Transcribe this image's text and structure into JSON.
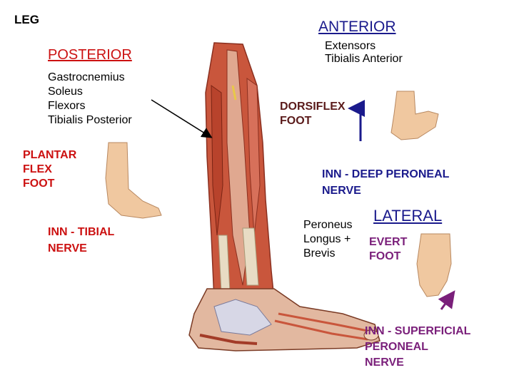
{
  "leg_title": "LEG",
  "anterior": {
    "title": "ANTERIOR",
    "muscles": [
      "Extensors",
      "Tibialis Anterior"
    ],
    "action": [
      "DORSIFLEX",
      "FOOT"
    ],
    "nerve": [
      "INN - DEEP PERONEAL",
      "NERVE"
    ]
  },
  "posterior": {
    "title": "POSTERIOR",
    "muscles": [
      "Gastrocnemius",
      "Soleus",
      "Flexors",
      "Tibialis Posterior"
    ],
    "action": [
      "PLANTAR",
      "FLEX",
      "FOOT"
    ],
    "nerve": [
      "INN - TIBIAL",
      "NERVE"
    ]
  },
  "lateral": {
    "title": "LATERAL",
    "muscles": [
      "Peroneus",
      "Longus +",
      "Brevis"
    ],
    "action": [
      "EVERT",
      "FOOT"
    ],
    "nerve": [
      "INN - SUPERFICIAL",
      "PERONEAL",
      "NERVE"
    ]
  },
  "colors": {
    "anterior": "#1a1a8c",
    "posterior": "#cc1111",
    "lateral": "#7a1f7a",
    "muscle": "#c9563c",
    "tendon": "#e8dcc4",
    "skin": "#f0c8a0"
  }
}
